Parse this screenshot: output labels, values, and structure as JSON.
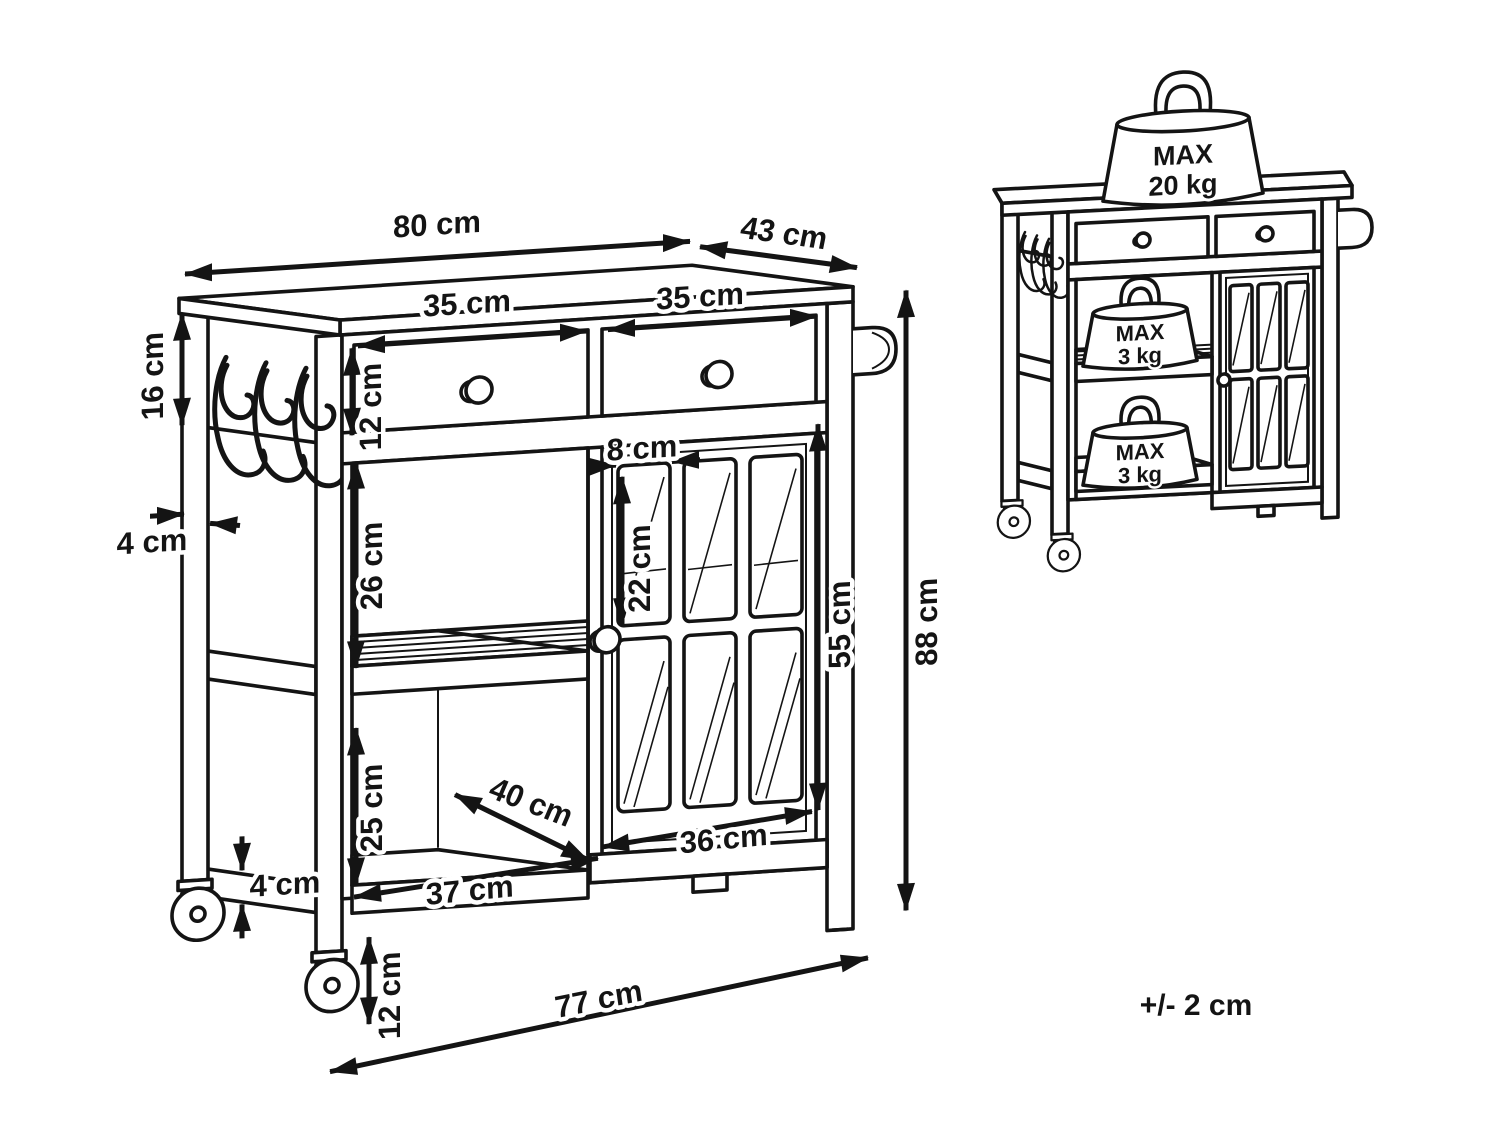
{
  "figure": {
    "tolerance_note": "+/- 2 cm",
    "dimensions": {
      "width_top": "80 cm",
      "depth_top": "43 cm",
      "drawer_width_left": "35 cm",
      "drawer_width_right": "35 cm",
      "side_apron_height": "16 cm",
      "drawer_height": "12 cm",
      "leg_thickness": "4 cm",
      "upper_compartment_height": "26 cm",
      "lower_compartment_height": "25 cm",
      "glass_pane_width": "8 cm",
      "glass_pane_height": "22 cm",
      "door_height": "55 cm",
      "total_height": "88 cm",
      "shelf_depth": "40 cm",
      "bottom_shelf_thickness": "4 cm",
      "bottom_shelf_width": "37 cm",
      "door_width": "36 cm",
      "ground_clearance": "12 cm",
      "base_width": "77 cm"
    },
    "load_limits": {
      "top": {
        "line1": "MAX",
        "line2": "20 kg"
      },
      "middle_shelf": {
        "line1": "MAX",
        "line2": "3 kg"
      },
      "bottom_shelf": {
        "line1": "MAX",
        "line2": "3 kg"
      }
    }
  }
}
